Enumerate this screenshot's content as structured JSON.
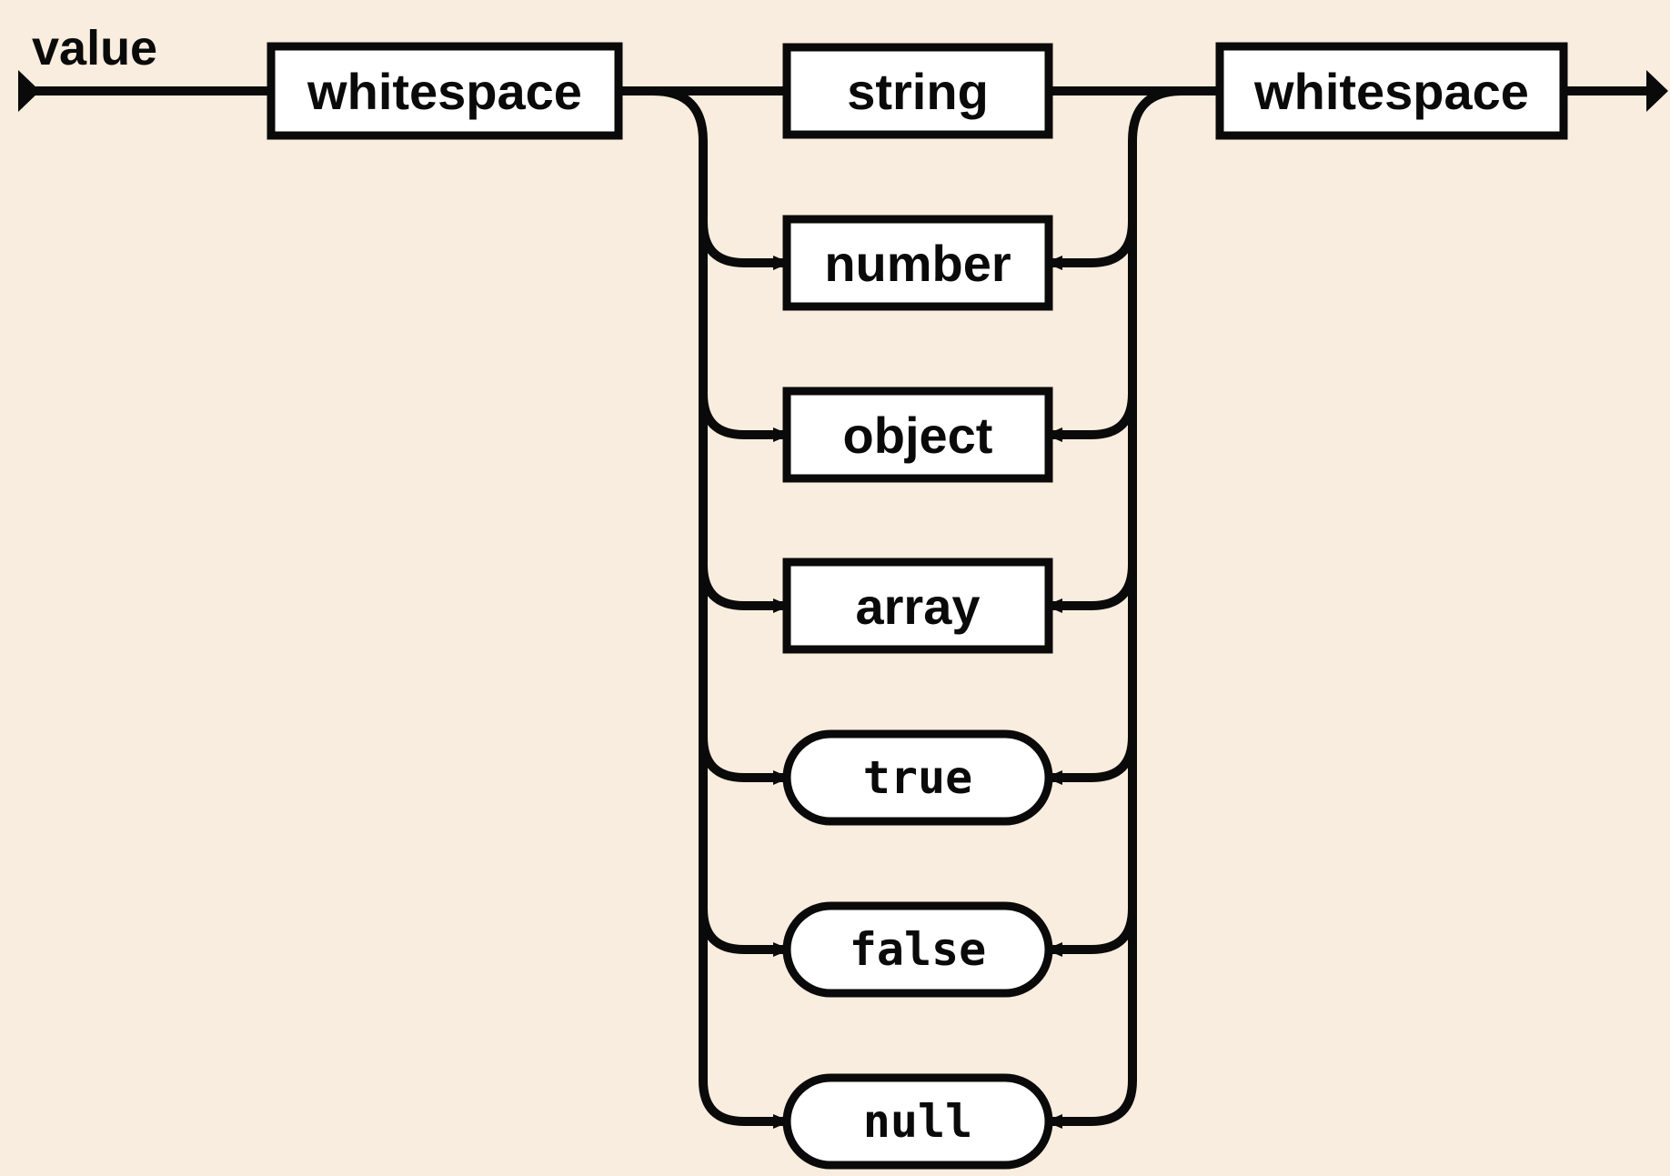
{
  "diagram": {
    "title": "value",
    "colors": {
      "background": "#f8edde",
      "line": "#0a0a0a",
      "node_fill": "#ffffff",
      "text": "#0a0a0a"
    },
    "sequence": {
      "entry_node": {
        "label": "whitespace",
        "type": "box"
      },
      "exit_node": {
        "label": "whitespace",
        "type": "box"
      }
    },
    "branches": [
      {
        "label": "string",
        "type": "box"
      },
      {
        "label": "number",
        "type": "box"
      },
      {
        "label": "object",
        "type": "box"
      },
      {
        "label": "array",
        "type": "box"
      },
      {
        "label": "true",
        "type": "literal"
      },
      {
        "label": "false",
        "type": "literal"
      },
      {
        "label": "null",
        "type": "literal"
      }
    ]
  }
}
